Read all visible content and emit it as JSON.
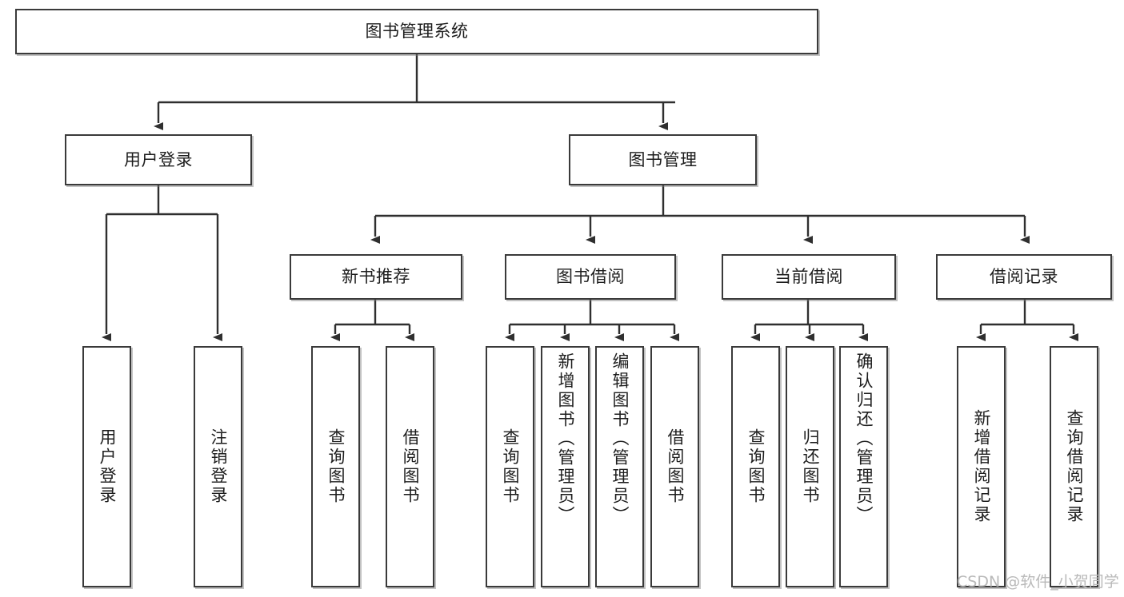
{
  "diagram": {
    "title": "图书管理系统",
    "watermark": "CSDN @软件_小贺同学",
    "line_color": "#3a3a3a",
    "box_fill": "#ffffff",
    "text_color": "#1d1d1d",
    "root": {
      "label": "图书管理系统"
    },
    "level2": [
      {
        "label": "用户登录"
      },
      {
        "label": "图书管理"
      }
    ],
    "level3": [
      {
        "label": "新书推荐"
      },
      {
        "label": "图书借阅"
      },
      {
        "label": "当前借阅"
      },
      {
        "label": "借阅记录"
      }
    ],
    "leaves": {
      "user_login": [
        {
          "label": "用户登录"
        },
        {
          "label": "注销登录"
        }
      ],
      "new_book_recommend": [
        {
          "label": "查询图书"
        },
        {
          "label": "借阅图书"
        }
      ],
      "book_borrow": [
        {
          "label": "查询图书"
        },
        {
          "label": "新增图书（管理员）"
        },
        {
          "label": "编辑图书（管理员）"
        },
        {
          "label": "借阅图书"
        }
      ],
      "current_borrow": [
        {
          "label": "查询图书"
        },
        {
          "label": "归还图书"
        },
        {
          "label": "确认归还（管理员）"
        }
      ],
      "borrow_record": [
        {
          "label": "新增借阅记录"
        },
        {
          "label": "查询借阅记录"
        }
      ]
    }
  }
}
